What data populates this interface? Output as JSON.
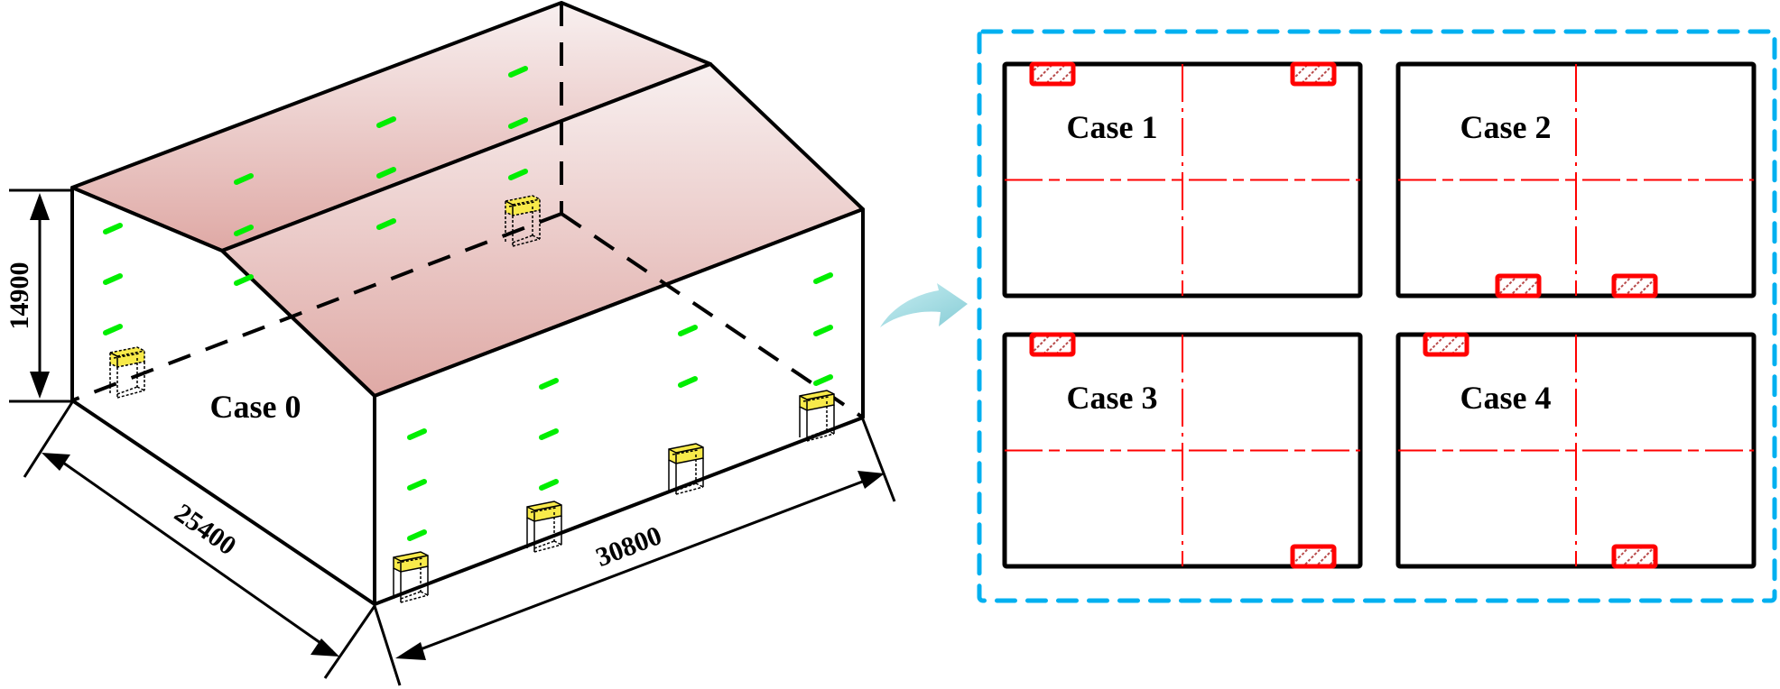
{
  "figure": {
    "left_panel": {
      "case_label": "Case 0",
      "dimensions": {
        "height": "14900",
        "width": "25400",
        "length": "30800"
      },
      "colors": {
        "roof_top": "#f7eeee",
        "roof_bottom": "#dfa9a5",
        "sensor": "#00ee00",
        "unit_fill": "#f8ea4a",
        "outline": "#000000"
      }
    },
    "arrow": {
      "icon": "curved-arrow-right-icon",
      "color": "#9fd8e0"
    },
    "right_panel": {
      "border_color": "#00b0f0",
      "unit_color": "#ff0000",
      "axis_color": "#ff0000",
      "cases": [
        {
          "label": "Case 1",
          "units": [
            "top-left",
            "top-right"
          ]
        },
        {
          "label": "Case 2",
          "units": [
            "bottom-center-left",
            "bottom-center-right"
          ]
        },
        {
          "label": "Case 3",
          "units": [
            "top-left",
            "bottom-right"
          ]
        },
        {
          "label": "Case 4",
          "units": [
            "top-left",
            "bottom-center-right"
          ]
        }
      ]
    }
  }
}
